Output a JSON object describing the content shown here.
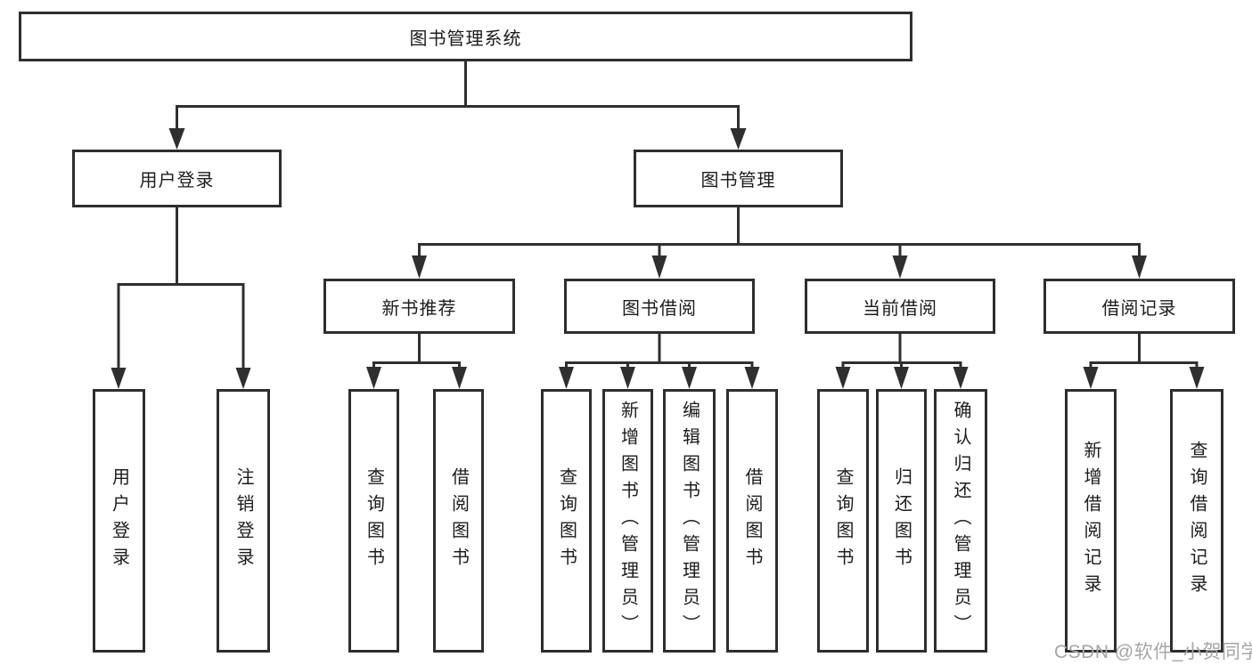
{
  "tree": {
    "root": "图书管理系统",
    "level2": [
      {
        "label": "用户登录",
        "leaves": [
          "用户登录",
          "注销登录"
        ]
      },
      {
        "label": "图书管理",
        "groups": [
          {
            "label": "新书推荐",
            "leaves": [
              "查询图书",
              "借阅图书"
            ]
          },
          {
            "label": "图书借阅",
            "leaves": [
              "查询图书",
              "新增图书（管理员）",
              "编辑图书（管理员）",
              "借阅图书"
            ]
          },
          {
            "label": "当前借阅",
            "leaves": [
              "查询图书",
              "归还图书",
              "确认归还（管理员）"
            ]
          },
          {
            "label": "借阅记录",
            "leaves": [
              "新增借阅记录",
              "查询借阅记录"
            ]
          }
        ]
      }
    ]
  },
  "watermark": "CSDN @软件_小贺同学",
  "colors": {
    "line": "#2f2f2f",
    "text": "#1c1c1c",
    "watermark": "#a6a6a6",
    "background": "#ffffff"
  }
}
